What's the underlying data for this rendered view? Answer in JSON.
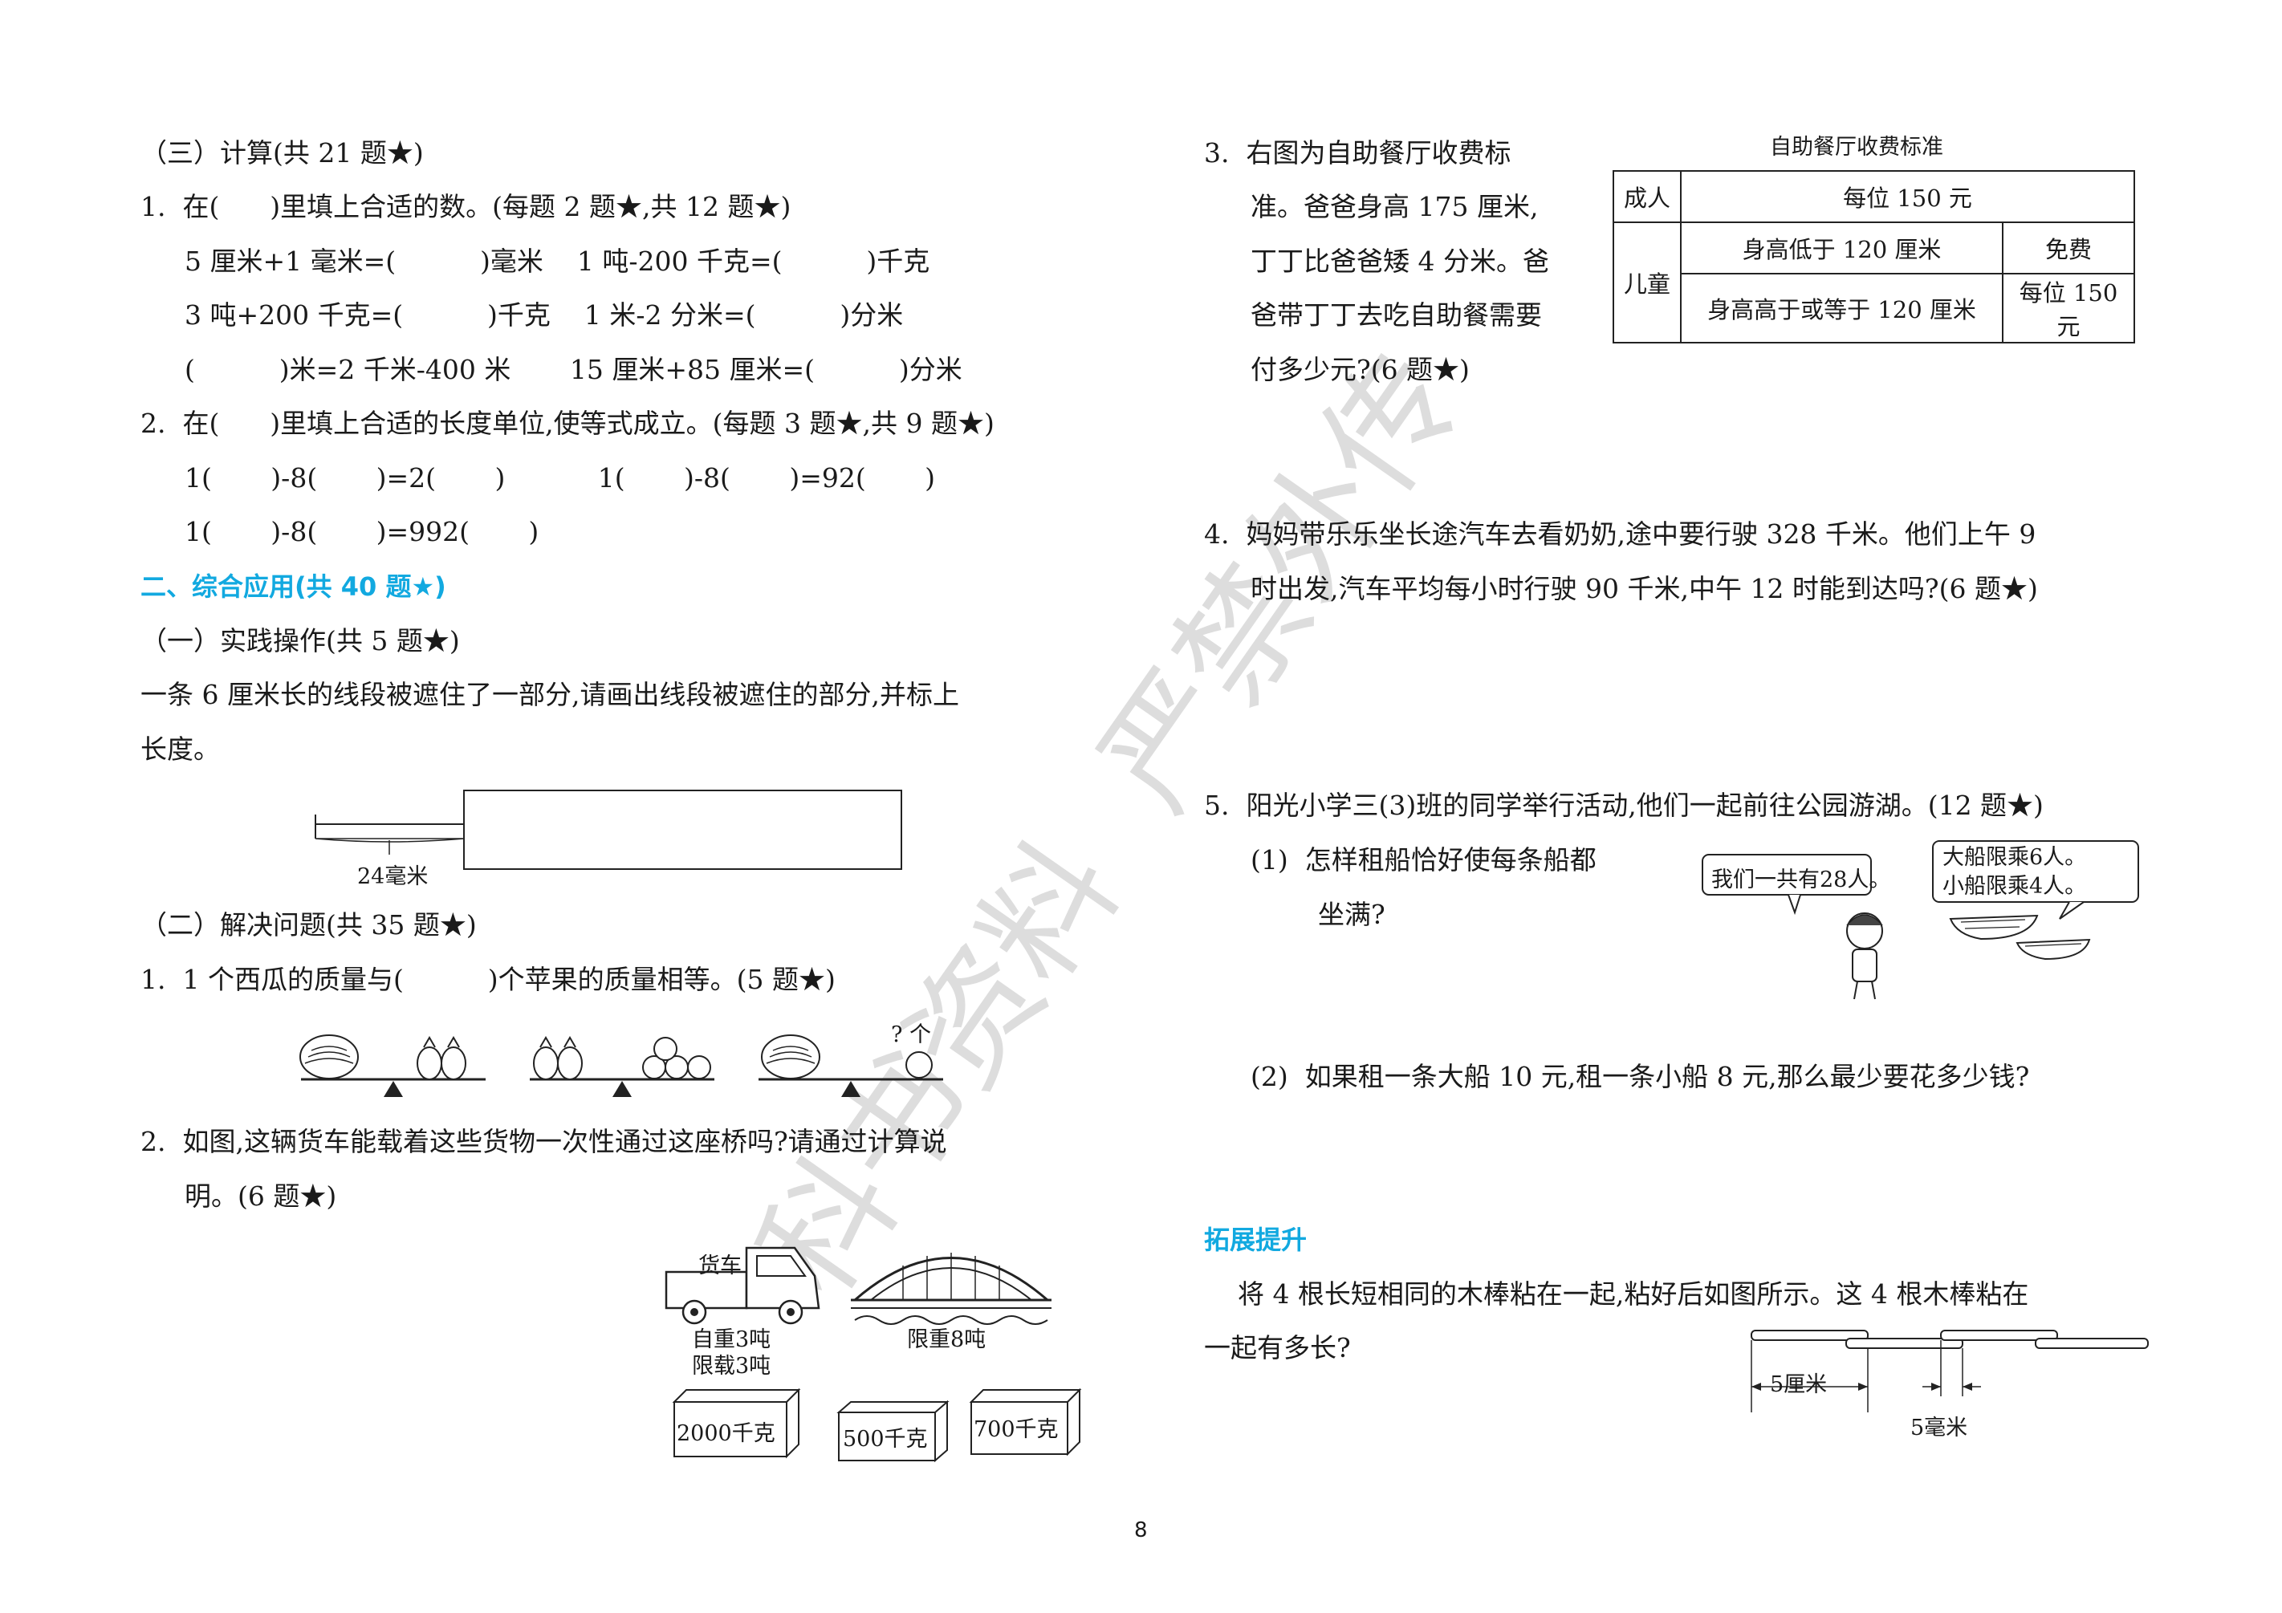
{
  "left": {
    "sec3_title": "（三）计算(共 21 题★)",
    "q1_title": "1.  在(      )里填上合适的数。(每题 2 题★,共 12 题★)",
    "q1_rows": [
      "5 厘米+1 毫米=(          )毫米    1 吨-200 千克=(          )千克",
      "3 吨+200 千克=(          )千克    1 米-2 分米=(          )分米",
      "(          )米=2 千米-400 米       15 厘米+85 厘米=(          )分米"
    ],
    "q2_title": "2.  在(      )里填上合适的长度单位,使等式成立。(每题 3 题★,共 9 题★)",
    "q2_rows": [
      "1(       )-8(       )=2(       )           1(       )-8(       )=92(       )",
      "1(       )-8(       )=992(       )"
    ],
    "part2_title": "二、综合应用(共 40 题★)",
    "sub1_title": "（一）实践操作(共 5 题★)",
    "sub1_text1": "一条 6 厘米长的线段被遮住了一部分,请画出线段被遮住的部分,并标上",
    "sub1_text2": "长度。",
    "segment_label": "24毫米",
    "sub2_title": "（二）解决问题(共 35 题★)",
    "p1_text": "1.  1 个西瓜的质量与(          )个苹果的质量相等。(5 题★)",
    "p1_question_label": "? 个",
    "p2_text1": "2.  如图,这辆货车能载着这些货物一次性通过这座桥吗?请通过计算说",
    "p2_text2": "明。(6 题★)",
    "truck_label": "货车",
    "truck_weight": "自重3吨",
    "truck_load": "限载3吨",
    "bridge_limit": "限重8吨",
    "boxes": [
      "2000千克",
      "500千克",
      "700千克"
    ]
  },
  "right": {
    "q3_lines": [
      "3.  右图为自助餐厅收费标",
      "准。爸爸身高 175 厘米,",
      "丁丁比爸爸矮 4 分米。爸",
      "爸带丁丁去吃自助餐需要",
      "付多少元?(6 题★)"
    ],
    "fee_title": "自助餐厅收费标准",
    "fee_adult": "成人",
    "fee_adult_price": "每位 150 元",
    "fee_child": "儿童",
    "fee_child_low": "身高低于 120 厘米",
    "fee_child_low_price": "免费",
    "fee_child_high": "身高高于或等于 120 厘米",
    "fee_child_high_price": "每位 150 元",
    "q4_line1": "4.  妈妈带乐乐坐长途汽车去看奶奶,途中要行驶 328 千米。他们上午 9",
    "q4_line2": "时出发,汽车平均每小时行驶 90 千米,中午 12 时能到达吗?(6 题★)",
    "q5_title": "5.  阳光小学三(3)班的同学举行活动,他们一起前往公园游湖。(12 题★)",
    "q5_sub1_line1": "(1)  怎样租船恰好使每条船都",
    "q5_sub1_line2": "坐满?",
    "bubble1": "我们一共有28人。",
    "bubble2_line1": "大船限乘6人。",
    "bubble2_line2": "小船限乘4人。",
    "q5_sub2": "(2)  如果租一条大船 10 元,租一条小船 8 元,那么最少要花多少钱?",
    "ext_title": "拓展提升",
    "ext_line1": "    将 4 根长短相同的木棒粘在一起,粘好后如图所示。这 4 根木棒粘在",
    "ext_line2": "一起有多长?",
    "stick_len_label": "5厘米",
    "stick_overlap_label": "5毫米"
  },
  "page_number": "8",
  "watermark": "科书资料  严禁外传"
}
